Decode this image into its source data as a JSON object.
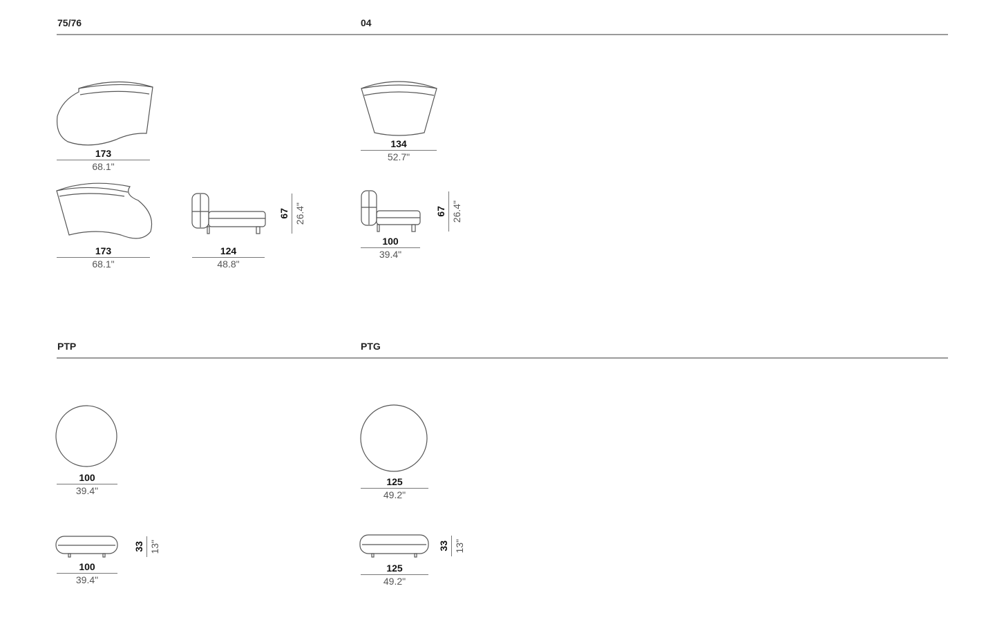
{
  "sections": [
    {
      "code": "75/76"
    },
    {
      "code": "04"
    },
    {
      "code": "PTP"
    },
    {
      "code": "PTG"
    }
  ],
  "m7576": {
    "top1": {
      "cm": "173",
      "in": "68.1\""
    },
    "top2": {
      "cm": "173",
      "in": "68.1\""
    },
    "side": {
      "cm": "124",
      "in": "48.8\""
    },
    "height": {
      "cm": "67",
      "in": "26.4\""
    }
  },
  "m04": {
    "top": {
      "cm": "134",
      "in": "52.7\""
    },
    "side": {
      "cm": "100",
      "in": "39.4\""
    },
    "height": {
      "cm": "67",
      "in": "26.4\""
    }
  },
  "ptp": {
    "top": {
      "cm": "100",
      "in": "39.4\""
    },
    "side": {
      "cm": "100",
      "in": "39.4\""
    },
    "height": {
      "cm": "33",
      "in": "13\""
    }
  },
  "ptg": {
    "top": {
      "cm": "125",
      "in": "49.2\""
    },
    "side": {
      "cm": "125",
      "in": "49.2\""
    },
    "height": {
      "cm": "33",
      "in": "13\""
    }
  }
}
